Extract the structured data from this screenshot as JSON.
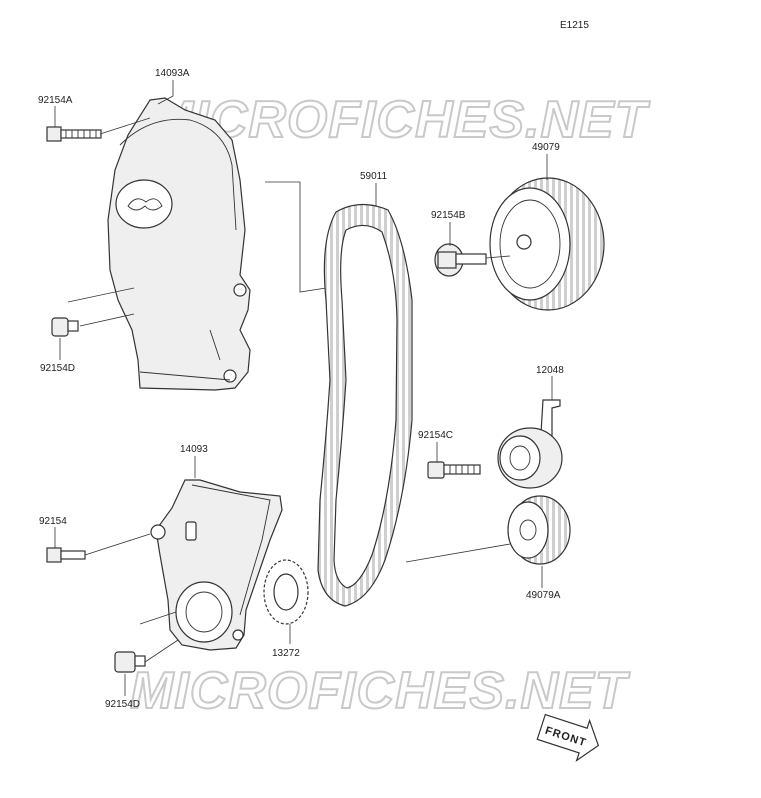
{
  "diagram_code": "E1215",
  "watermark": "MICROFICHES.NET",
  "front_label": "FRONT",
  "parts": [
    {
      "id": "cover_upper",
      "label": "14093A"
    },
    {
      "id": "bolt_a",
      "label": "92154A"
    },
    {
      "id": "plug_upper",
      "label": "92154D"
    },
    {
      "id": "belt",
      "label": "59011"
    },
    {
      "id": "bolt_b",
      "label": "92154B"
    },
    {
      "id": "pulley_cam",
      "label": "49079"
    },
    {
      "id": "tensioner",
      "label": "12048"
    },
    {
      "id": "bolt_c",
      "label": "92154C"
    },
    {
      "id": "cover_lower",
      "label": "14093"
    },
    {
      "id": "bolt_lower",
      "label": "92154"
    },
    {
      "id": "plug_lower",
      "label": "92154D"
    },
    {
      "id": "washer",
      "label": "13272"
    },
    {
      "id": "pulley_crank",
      "label": "49079A"
    }
  ]
}
